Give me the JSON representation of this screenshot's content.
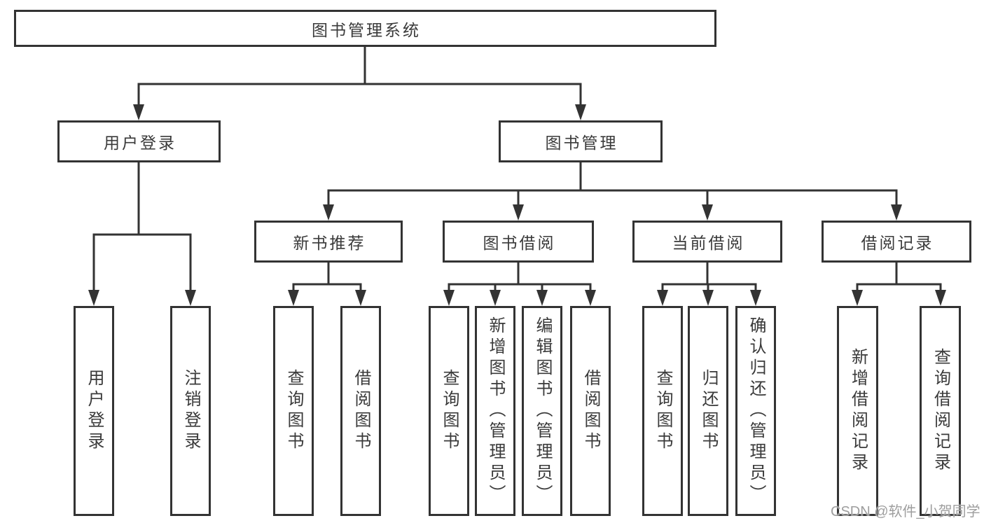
{
  "diagram": {
    "title": "图书管理系统",
    "level2": {
      "user_login": "用户登录",
      "book_mgmt": "图书管理"
    },
    "level3": {
      "new_rec": "新书推荐",
      "borrow": "图书借阅",
      "current": "当前借阅",
      "records": "借阅记录"
    },
    "leaves": {
      "user_login": [
        "用户登录",
        "注销登录"
      ],
      "new_rec": [
        "查询图书",
        "借阅图书"
      ],
      "borrow": [
        "查询图书",
        "新增图书（管理员）",
        "编辑图书（管理员）",
        "借阅图书"
      ],
      "current": [
        "查询图书",
        "归还图书",
        "确认归还（管理员）"
      ],
      "records": [
        "新增借阅记录",
        "查询借阅记录"
      ]
    },
    "watermark": "CSDN @软件_小贺同学",
    "colors": {
      "line": "#333333",
      "text": "#3a3a3a",
      "watermark": "#9e9e9e",
      "background": "#ffffff"
    }
  }
}
